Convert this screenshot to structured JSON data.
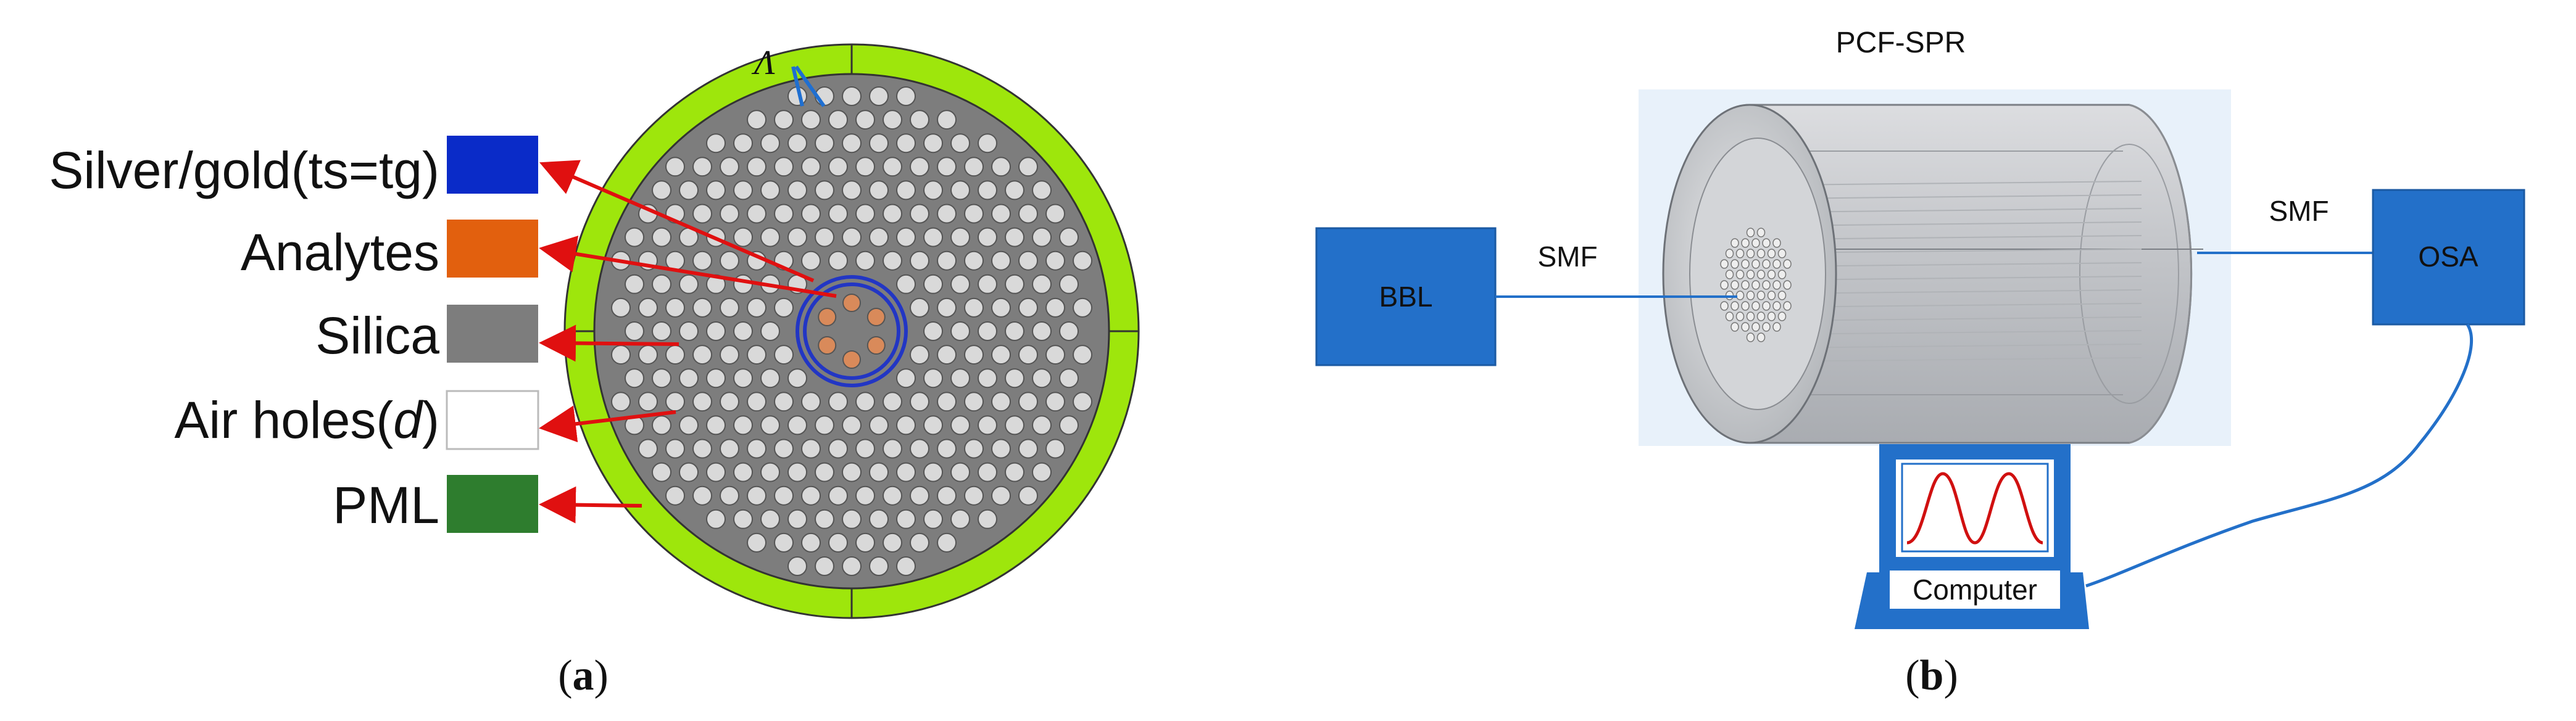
{
  "panel_a": {
    "caption_open": "(",
    "caption_letter": "a",
    "caption_close": ")",
    "lattice_symbol": "Λ",
    "legend": [
      {
        "label": "Silver/gold(ts=tg)",
        "color": "#0a2bc8"
      },
      {
        "label": "Analytes",
        "color": "#e2600e"
      },
      {
        "label": "Silica",
        "color": "#7d7d7d"
      },
      {
        "label_pre": "Air holes(",
        "label_var": "d",
        "label_post": ")",
        "color": "#ffffff"
      },
      {
        "label": "PML",
        "color": "#2e7d2e"
      }
    ],
    "colors": {
      "pml_ring": "#9ee60c",
      "silica": "#7d7d7d",
      "air_hole": "#d9d9d9",
      "gold_ring": "#2236c4",
      "analyte": "#d98a5a",
      "arrow": "#e01010",
      "pitch_marker": "#1f6fd1"
    }
  },
  "panel_b": {
    "caption_open": "(",
    "caption_letter": "b",
    "caption_close": ")",
    "title": "PCF-SPR",
    "source_label": "BBL",
    "smf_left": "SMF",
    "smf_right": "SMF",
    "analyzer_label": "OSA",
    "computer_label": "Computer",
    "colors": {
      "box": "#2370c9",
      "fiber": "#2370c9",
      "background_panel": "#e8f1fa",
      "cylinder": "#c7c9cc",
      "screen_curve": "#d01010"
    }
  }
}
